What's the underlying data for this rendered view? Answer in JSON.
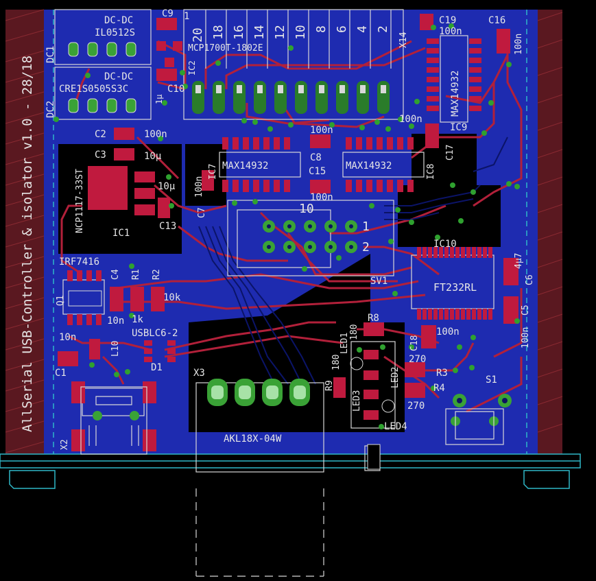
{
  "board": {
    "side_title": "AllSerial USB-Controller & isolator v1.0 - 28/18"
  },
  "colors": {
    "background": "#000000",
    "pour": "#1e2bb0",
    "copper": "#b2203a",
    "pad": "#c01a3e",
    "silk": "#e6e6e6",
    "outline": "#2fb8c8",
    "via": "#2fa12f",
    "frame": "#6b1a24"
  },
  "ics": {
    "ic7": {
      "part": "MAX14932",
      "ref": "IC7"
    },
    "ic8": {
      "part": "MAX14932",
      "ref": "IC8"
    },
    "ic9": {
      "part": "MAX14932",
      "ref": "IC9"
    },
    "ic10": {
      "part": "FT232RL",
      "ref": "IC10"
    },
    "ic1": {
      "part": "NCP1117-33ST",
      "ref": "IC1"
    },
    "ic2": {
      "part": "MCP1700T-1802E",
      "ref": "IC2"
    }
  },
  "dcdc": {
    "dc1": {
      "head": "DC-DC",
      "part": "IL0512S",
      "ref": "DC1"
    },
    "dc2": {
      "head": "DC-DC",
      "part": "CRE1S0505S3C",
      "ref": "DC2"
    }
  },
  "connectors": {
    "x14_ref": "X14",
    "x14_pins": [
      "20",
      "18",
      "16",
      "14",
      "12",
      "10",
      "8",
      "6",
      "4",
      "2"
    ],
    "x14_pin1": "1",
    "x3_ref": "X3",
    "x3_part": "AKL18X-04W",
    "sv1_ref": "SV1",
    "sv1_p10": "10",
    "sv1_p1": "1",
    "sv1_p2": "2",
    "x2_ref": "X2",
    "s1_ref": "S1"
  },
  "passives": {
    "c9": "C9",
    "c10": "C10",
    "c10_val": "1μ",
    "c2": "C2",
    "c2_val": "100n",
    "c3": "C3",
    "c3_val": "10μ",
    "c13": "C13",
    "c13_val": "10μ",
    "c7": "C7",
    "c7_val": "100n",
    "c8": "C8",
    "c8_val": "100n",
    "c15": "C15",
    "c15_val": "100n",
    "c17": "C17",
    "c17_val": "100n",
    "c19": "C19",
    "c19_val": "100n",
    "c16": "C16",
    "c16_val": "100n",
    "c4": "C4",
    "c4_val": "10n",
    "c1": "C1",
    "c1_val": "10n",
    "c18": "C18",
    "c18_val": "100n",
    "c6": "C6",
    "c6_val": "4μ7",
    "c5": "C5",
    "c5_val": "100n",
    "r1": "R1",
    "r1_val": "1k",
    "r2": "R2",
    "r2_val": "10k",
    "r3": "R3",
    "r3_val": "270",
    "r4": "R4",
    "r4_val": "270",
    "r8": "R8",
    "r8_val": "180",
    "r9": "R9",
    "r9_val": "180",
    "l10": "L10"
  },
  "discretes": {
    "q1": "Q1",
    "q1_part": "IRF7416",
    "d1": "D1",
    "d1_part": "USBLC6-2",
    "led1": "LED1",
    "led2": "LED2",
    "led3": "LED3",
    "led4": "LED4"
  }
}
